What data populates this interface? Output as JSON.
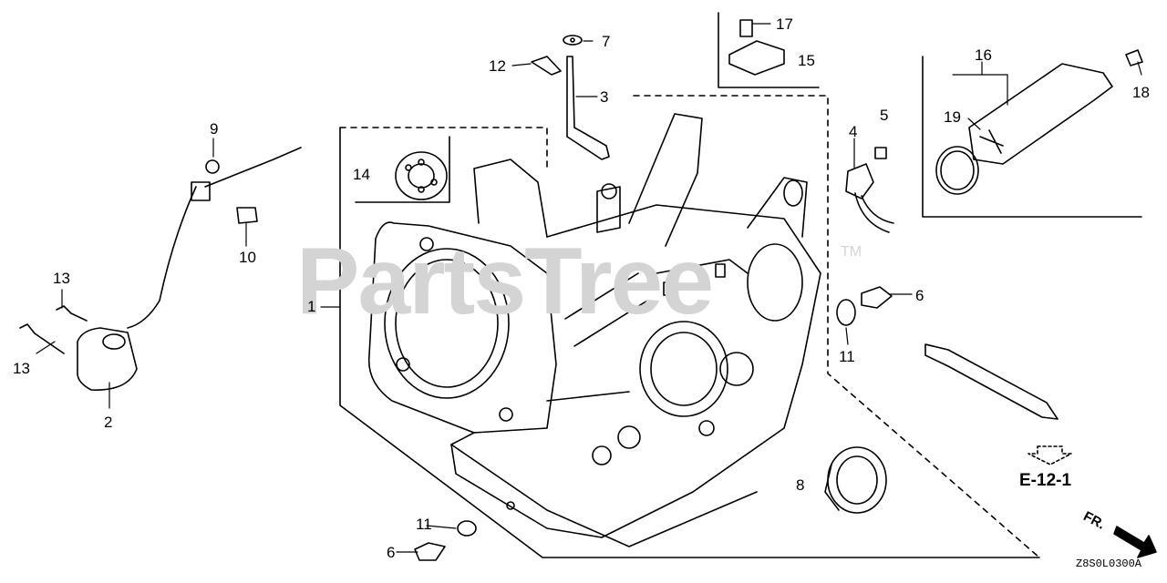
{
  "watermark": {
    "text": "PartsTree",
    "tm": "TM"
  },
  "callouts": {
    "c1": "1",
    "c2": "2",
    "c3": "3",
    "c4": "4",
    "c5": "5",
    "c6a": "6",
    "c6b": "6",
    "c7": "7",
    "c8": "8",
    "c9": "9",
    "c10": "10",
    "c11a": "11",
    "c11b": "11",
    "c12": "12",
    "c13a": "13",
    "c13b": "13",
    "c14": "14",
    "c15": "15",
    "c16": "16",
    "c17": "17",
    "c18": "18",
    "c19": "19"
  },
  "reference": {
    "label": "E-12-1"
  },
  "direction": {
    "label": "FR."
  },
  "diagram_code": "Z8S0L0300A"
}
